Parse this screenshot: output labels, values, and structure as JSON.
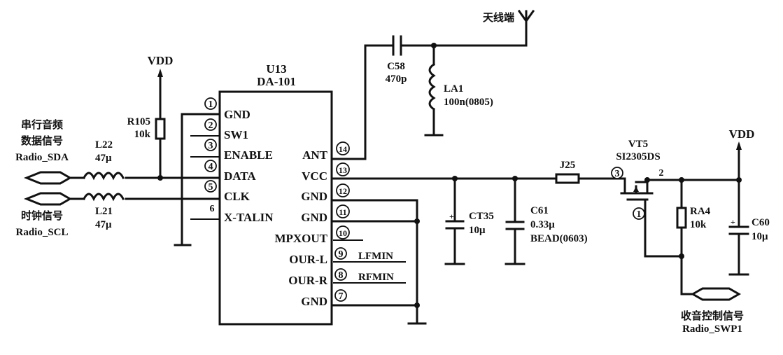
{
  "schematic": {
    "ic": {
      "ref": "U13",
      "part": "DA-101"
    },
    "ic_left_pins": [
      {
        "num": "1",
        "circled": true,
        "name": "GND"
      },
      {
        "num": "2",
        "circled": true,
        "name": "SW1"
      },
      {
        "num": "3",
        "circled": true,
        "name": "ENABLE"
      },
      {
        "num": "4",
        "circled": true,
        "name": "DATA"
      },
      {
        "num": "5",
        "circled": true,
        "name": "CLK"
      },
      {
        "num": "6",
        "circled": false,
        "name": "X-TALIN"
      }
    ],
    "ic_right_pins": [
      {
        "num": "14",
        "name": "ANT"
      },
      {
        "num": "13",
        "name": "VCC"
      },
      {
        "num": "12",
        "name": "GND"
      },
      {
        "num": "11",
        "name": "GND"
      },
      {
        "num": "10",
        "name": "MPXOUT"
      },
      {
        "num": "9",
        "name": "OUR-L",
        "net": "LFMIN"
      },
      {
        "num": "8",
        "name": "OUR-R",
        "net": "RFMIN"
      },
      {
        "num": "7",
        "name": "GND"
      }
    ],
    "power_labels": {
      "vdd_left": "VDD",
      "vdd_right": "VDD"
    },
    "antenna_label": "天线端",
    "components": {
      "r105": {
        "ref": "R105",
        "value": "10k"
      },
      "l22": {
        "ref": "L22",
        "value": "47μ"
      },
      "l21": {
        "ref": "L21",
        "value": "47μ"
      },
      "c58": {
        "ref": "C58",
        "value": "470p"
      },
      "la1": {
        "ref": "LA1",
        "value": "100n(0805)"
      },
      "ct35": {
        "ref": "CT35",
        "value": "10μ"
      },
      "c61": {
        "ref": "C61",
        "value": "0.33μ",
        "note": "BEAD(0603)"
      },
      "j25": {
        "ref": "J25"
      },
      "vt5": {
        "ref": "VT5",
        "part": "SI2305DS",
        "pin_source": "3",
        "pin_drain": "2",
        "pin_gate": "1"
      },
      "ra4": {
        "ref": "RA4",
        "value": "10k"
      },
      "c60": {
        "ref": "C60",
        "value": "10μ"
      }
    },
    "signals": {
      "sda_cn_line1": "串行音频",
      "sda_cn_line2": "数据信号",
      "sda": "Radio_SDA",
      "scl_cn": "时钟信号",
      "scl": "Radio_SCL",
      "swp_cn": "收音控制信号",
      "swp": "Radio_SWP1"
    }
  }
}
